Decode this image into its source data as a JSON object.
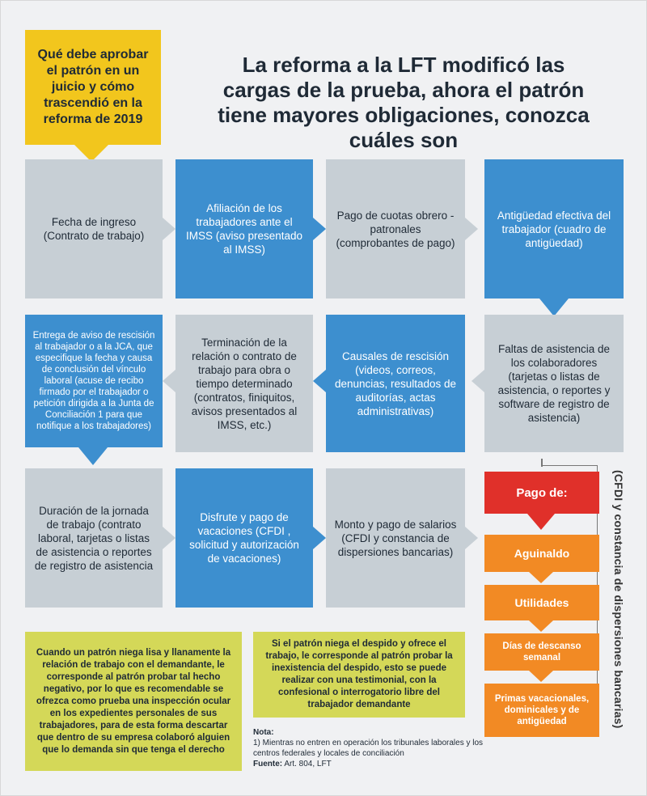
{
  "callout": "Qué debe aprobar el patrón en un juicio y cómo trascendió en la reforma de 2019",
  "title": "La reforma a la LFT modificó las cargas de la prueba, ahora el patrón tiene mayores obligaciones, conozca cuáles son",
  "row1": [
    "Fecha de ingreso (Contrato de trabajo)",
    "Afiliación de los trabajadores ante el IMSS (aviso presentado al IMSS)",
    "Pago de cuotas obrero - patronales (comprobantes de pago)",
    "Antigüedad efectiva del trabajador (cuadro de antigüedad)"
  ],
  "row2": [
    "Entrega de aviso de rescisión al trabajador  o a la JCA, que especifique la fecha y causa de conclusión  del vínculo laboral (acuse de recibo  firmado por el trabajador o petición dirigida a la Junta de Conciliación 1  para que notifique a los trabajadores)",
    "Terminación de la relación  o contrato de trabajo para obra o tiempo determinado (contratos, finiquitos, avisos presentados al IMSS, etc.)",
    "Causales de rescisión (videos, correos, denuncias, resultados de auditorías, actas administrativas)",
    "Faltas de asistencia de los colaboradores (tarjetas o listas de asistencia, o reportes y software de registro de asistencia)"
  ],
  "row3": [
    "Duración de la jornada de trabajo (contrato laboral, tarjetas o listas de asistencia o reportes de registro de asistencia",
    "Disfrute y pago de vacaciones (CFDI , solicitud y autorización de vacaciones)",
    "Monto y pago de salarios (CFDI y constancia de dispersiones bancarias)"
  ],
  "payments": {
    "header": "Pago de:",
    "items": [
      "Aguinaldo",
      "Utilidades",
      "Días de descanso semanal",
      "Primas vacacionales, dominicales y de antigüedad"
    ],
    "side_label": "(CFDI y constancia de dispersiones bancarias)"
  },
  "notes": [
    "Cuando un patrón niega lisa y llanamente la relación de trabajo con el demandante, le corresponde al patrón probar tal hecho negativo, por lo que es recomendable se ofrezca como prueba una inspección ocular en los expedientes personales de sus trabajadores, para de esta forma descartar que dentro de su empresa colaboró alguien que lo demanda sin que tenga el derecho",
    "Si el patrón niega el despido y ofrece el trabajo, le corresponde al patrón probar la inexistencia del despido, esto se puede realizar con una testimonial, con la confesional o interrogatorio libre del trabajador demandante"
  ],
  "footer": {
    "nota_label": "Nota:",
    "nota_text": "1) Mientras no entren en operación los tribunales laborales y los centros federales y locales de conciliación",
    "fuente_label": "Fuente:",
    "fuente_text": "Art. 804, LFT"
  },
  "colors": {
    "gray": "#c7cfd5",
    "blue": "#3d8fcf",
    "yellow": "#f2c61d",
    "red": "#e0302a",
    "orange": "#f28a24",
    "note": "#d4d858"
  }
}
